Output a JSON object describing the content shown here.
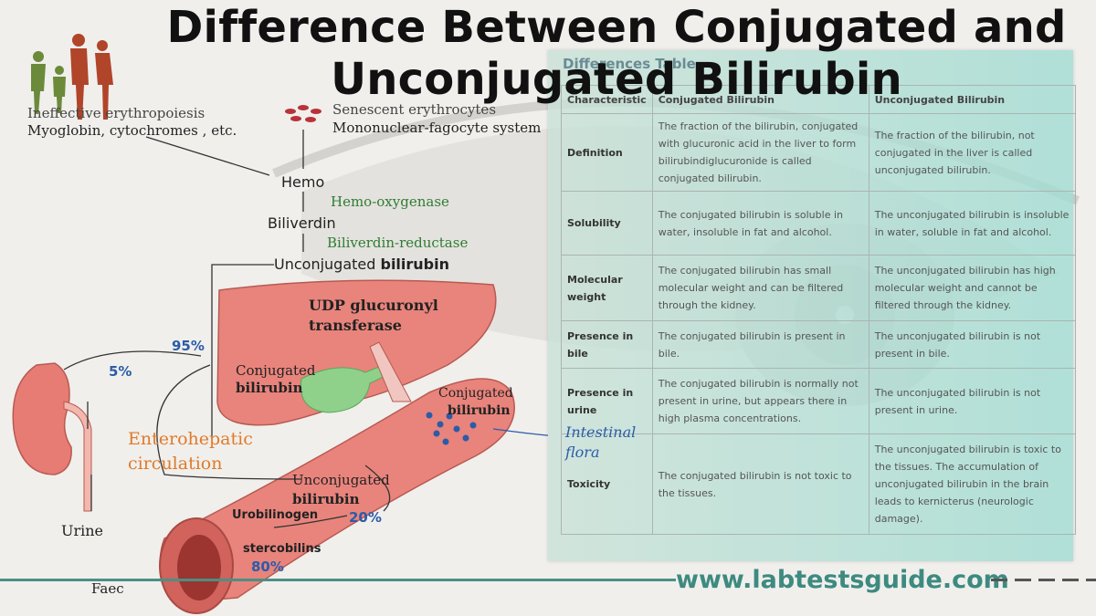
{
  "title": {
    "line1": "Difference Between Conjugated and",
    "line2": "Unconjugated Bilirubin"
  },
  "diagram": {
    "source1_line1": "Ineffective erythropoiesis",
    "source1_line2": "Myoglobin, cytochromes , etc.",
    "source2_line1": "Senescent erythrocytes",
    "source2_line2": "Mononuclear-fagocyte system",
    "hemo": "Hemo",
    "enzyme1": "Hemo-oxygenase",
    "biliverdin": "Biliverdin",
    "enzyme2": "Biliverdin-reductase",
    "unconj_prefix": "Unconjugated ",
    "unconj_bold": "bilirubin",
    "udp_line1": "UDP glucuronyl",
    "udp_line2": "transferase",
    "conj_liver_line1": "Conjugated",
    "conj_liver_line2": "bilirubin",
    "conj_intestine_line1": "Conjugated",
    "conj_intestine_line2": "bilirubin",
    "intestinal_flora_line1": "Intestinal",
    "intestinal_flora_line2": "flora",
    "entero_line1": "Enterohepatic",
    "entero_line2": "circulation",
    "unconj_intestine_line1": "Unconjugated",
    "unconj_intestine_line2": "bilirubin",
    "urobilinogen": "Urobilinogen",
    "stercobilins": "stercobilins",
    "urine": "Urine",
    "faeces": "Faec",
    "pct_95": "95%",
    "pct_5": "5%",
    "pct_20": "20%",
    "pct_80": "80%"
  },
  "table": {
    "heading": "Differences Table",
    "columns": [
      "Characteristic",
      "Conjugated Bilirubin",
      "Unconjugated Bilirubin"
    ],
    "rows": [
      {
        "label": "Definition",
        "conj": "The fraction of the bilirubin, conjugated with glucuronic acid in the liver to form bilirubindiglucuronide is called conjugated bilirubin.",
        "unconj": "The fraction of the bilirubin, not conjugated in the liver is called unconjugated bilirubin."
      },
      {
        "label": "Solubility",
        "conj": "The conjugated bilirubin is soluble in water, insoluble in fat and alcohol.",
        "unconj": "The unconjugated bilirubin is insoluble in water, soluble in fat and alcohol."
      },
      {
        "label": "Molecular weight",
        "conj": "The conjugated bilirubin has small molecular weight and can be filtered through the kidney.",
        "unconj": "The unconjugated bilirubin has high molecular weight and cannot be filtered through the kidney."
      },
      {
        "label": "Presence in bile",
        "conj": "The conjugated bilirubin is present in bile.",
        "unconj": "The unconjugated bilirubin is not present in bile."
      },
      {
        "label": "Presence in urine",
        "conj": "The conjugated bilirubin is normally not present in urine, but appears there in high plasma concentrations.",
        "unconj": "The unconjugated bilirubin is not present in urine."
      },
      {
        "label": "Toxicity",
        "conj": "The conjugated bilirubin is not toxic to the tissues.",
        "unconj": "The unconjugated bilirubin is toxic to the tissues. The accumulation of unconjugated bilirubin in the brain leads to kernicterus (neurologic damage)."
      }
    ]
  },
  "footer": {
    "url": "www.labtestsguide.com"
  },
  "colors": {
    "liver": "#e8847c",
    "gallbladder": "#8fd08a",
    "kidney": "#e77c74",
    "enzyme_text": "#2e7d32",
    "percent_text": "#2b5ca8",
    "entero_text": "#e07a2a",
    "brand_teal": "#3d8a80"
  },
  "icons": [
    "family-silhouette-logo",
    "red-blood-cells-icon",
    "eye-background"
  ]
}
